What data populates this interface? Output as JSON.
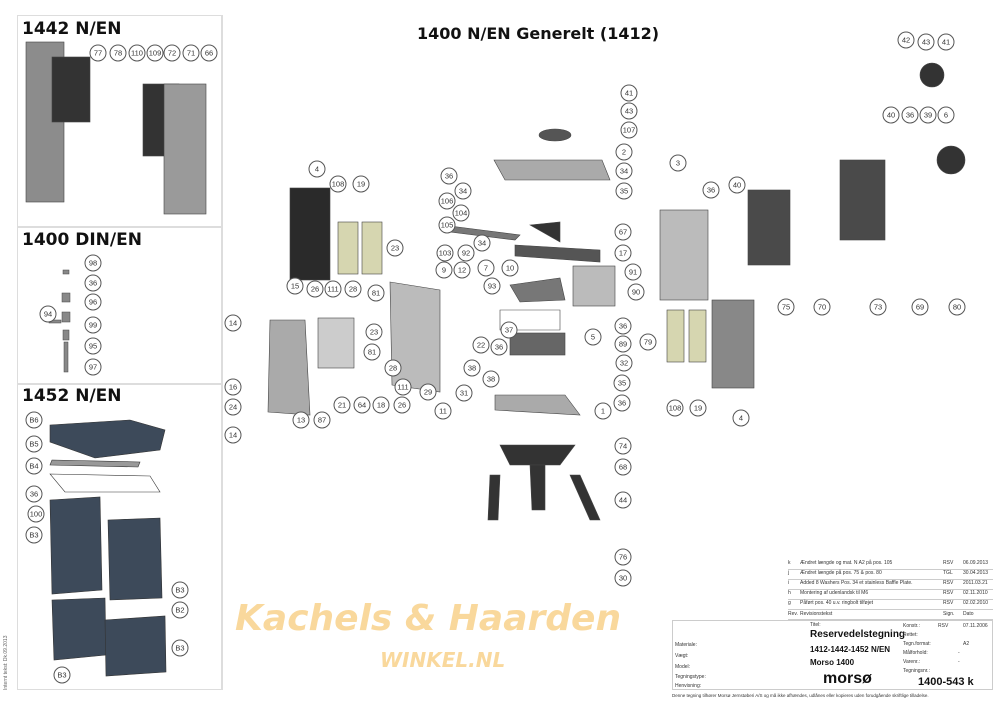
{
  "headings": {
    "main": "1400 N/EN Generelt (1412)",
    "p1442": "1442 N/EN",
    "p1400din": "1400 DIN/EN",
    "p1452": "1452 N/EN"
  },
  "watermark": {
    "line1": "Kachels & Haarden",
    "line2": "WINKEL.NL"
  },
  "side_note": "Internt tekst: Dk.09.2013",
  "callouts": [
    "77",
    "78",
    "110",
    "109",
    "72",
    "71",
    "66",
    "98",
    "36",
    "96",
    "94",
    "99",
    "95",
    "97",
    "41",
    "43",
    "107",
    "2",
    "34",
    "35",
    "36",
    "34",
    "106",
    "104",
    "105",
    "67",
    "103",
    "92",
    "34",
    "17",
    "91",
    "9",
    "12",
    "7",
    "10",
    "93",
    "90",
    "15",
    "26",
    "111",
    "28",
    "81",
    "23",
    "14",
    "23",
    "81",
    "36",
    "37",
    "5",
    "89",
    "79",
    "36",
    "22",
    "28",
    "38",
    "32",
    "38",
    "35",
    "16",
    "111",
    "29",
    "31",
    "36",
    "24",
    "21",
    "64",
    "18",
    "26",
    "11",
    "1",
    "14",
    "13",
    "87",
    "4",
    "108",
    "19",
    "3",
    "36",
    "40",
    "75",
    "70",
    "73",
    "69",
    "80",
    "42",
    "43",
    "41",
    "40",
    "36",
    "39",
    "6",
    "108",
    "19",
    "4",
    "74",
    "68",
    "44",
    "76",
    "30",
    "B6",
    "B5",
    "B4",
    "36",
    "100",
    "B3",
    "B3",
    "B2",
    "B3",
    "B3"
  ],
  "revisions": [
    {
      "rev": "k",
      "text": "Ændret længde og mat. N A2 på pos. 105",
      "sign": "RSV",
      "date": "06.09.2013"
    },
    {
      "rev": "j",
      "text": "Ændret længde på pos. 75 & pos. 80",
      "sign": "TGL",
      "date": "30.04.2013"
    },
    {
      "rev": "i",
      "text": "Added 8 Washers Pos. 34 et stainless Baffle Plate.",
      "sign": "RSV",
      "date": "2011.03.21"
    },
    {
      "rev": "h",
      "text": "Montering af udenlandsk til M6",
      "sign": "RSV",
      "date": "02.11.2010"
    },
    {
      "rev": "g",
      "text": "Påført pos. 40 u.v. ringbolt tilføjet",
      "sign": "RSV",
      "date": "02.02.2010"
    }
  ],
  "rev_header": {
    "rev": "Rev.",
    "text": "Revisionstekst",
    "sign": "Sign.",
    "date": "Dato"
  },
  "titleblock": {
    "titel_label": "Titel:",
    "title1": "Reservedelstegning",
    "title2": "1412-1442-1452 N/EN",
    "title3": "Morso 1400",
    "konstr_label": "Konstr.:",
    "konstr_sign": "RSV",
    "konstr_date": "07.11.2006",
    "rettet_label": "Rettet:",
    "format_label": "Tegn.format:",
    "format": "A2",
    "scale_label": "Målforhold:",
    "scale": "-",
    "varenr_label": "Varenr.:",
    "varenr": "-",
    "tegnnr_label": "Tegningsnr.:",
    "tegnnr": "1400-543 k",
    "materiale": "Materiale:",
    "vaegt": "Vægt:",
    "model": "Model:",
    "tegningstype": "Tegningstype:",
    "henvisning": "Henvisning:",
    "logo": "morsø",
    "footer": "Denne tegning tilhører Morsø Jernstøberi A/S og må ikke afhændes, udlånes eller kopieres uden forudgående skriftlige tilladelse."
  }
}
